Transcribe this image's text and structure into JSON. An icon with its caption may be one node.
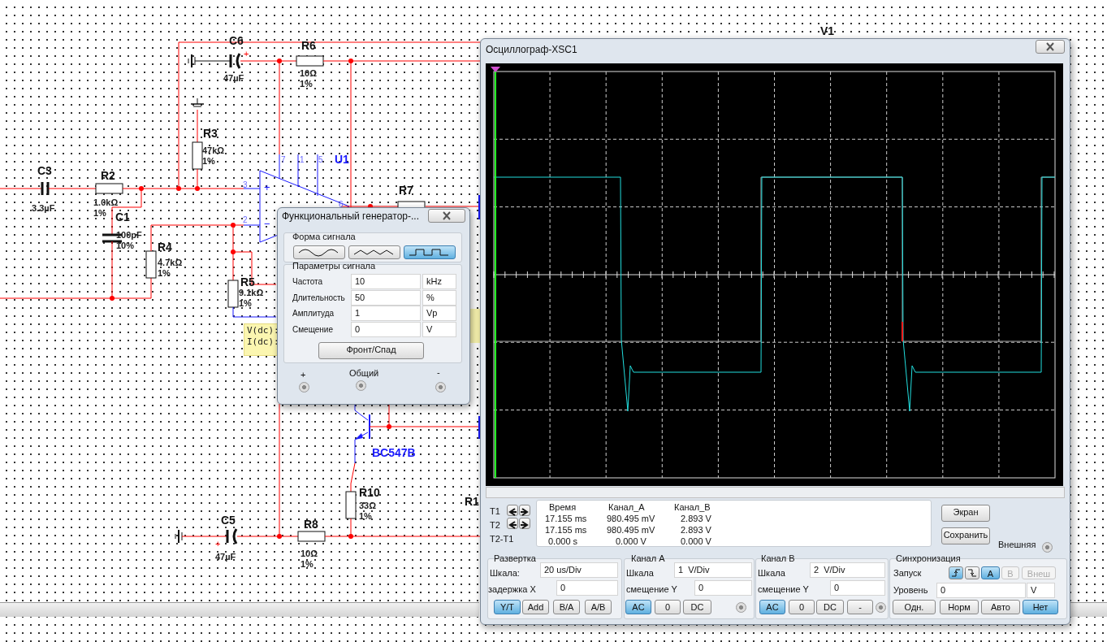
{
  "diagram": {
    "labels": [
      "C6",
      "47µF",
      "R6",
      "10Ω",
      "1%",
      "R3",
      "47kΩ",
      "1%",
      "7",
      "1",
      "5",
      "U1",
      "C3",
      "3.3µF",
      "R2",
      "1.0kΩ",
      "1%",
      "3",
      "R7",
      "6",
      "C1",
      "100pF",
      "10%",
      "2",
      "R4",
      "4.7kΩ",
      "1%",
      "R5",
      "9.1kΩ",
      "1%",
      "V(dc):",
      "I(dc):",
      "Функциональный генератор-...",
      "Форма сигнала",
      "Параметры сигнала",
      "Частота",
      "10",
      "kHz",
      "Длительность",
      "50",
      "%",
      "Амплитуда",
      "1",
      "Vp",
      "Смещение",
      "0",
      "V",
      "Фронт/Спад",
      "+",
      "Общий",
      "-",
      "BC547B",
      "R10",
      "33Ω",
      "1%",
      "R1",
      "C5",
      "47µF",
      "R8",
      "10Ω",
      "1%",
      "V1",
      "Осциллограф-XSC1",
      "T1",
      "T2",
      "T2-T1",
      "Время",
      "Канал_A",
      "Канал_B",
      "17.155 ms",
      "980.495 mV",
      "2.893 V",
      "17.155 ms",
      "980.495 mV",
      "2.893 V",
      "0.000 s",
      "0.000 V",
      "0.000 V",
      "Экран",
      "Сохранить",
      "Внешняя",
      "Развертка",
      "Шкала:",
      "20 us/Div",
      "задержка X",
      "0",
      "Y/T",
      "Add",
      "B/A",
      "A/B",
      "Канал A",
      "Шкала",
      "1  V/Div",
      "смещение Y",
      "0",
      "AC",
      "0",
      "DC",
      "Канал B",
      "Шкала",
      "2  V/Div",
      "смещение Y",
      "0",
      "AC",
      "0",
      "DC",
      "-",
      "Синхронизация",
      "Запуск",
      "A",
      "B",
      "Внеш",
      "Уровень",
      "0",
      "V",
      "Одн.",
      "Норм",
      "Авто",
      "Нет",
      "+",
      "+",
      "−",
      "+"
    ]
  }
}
